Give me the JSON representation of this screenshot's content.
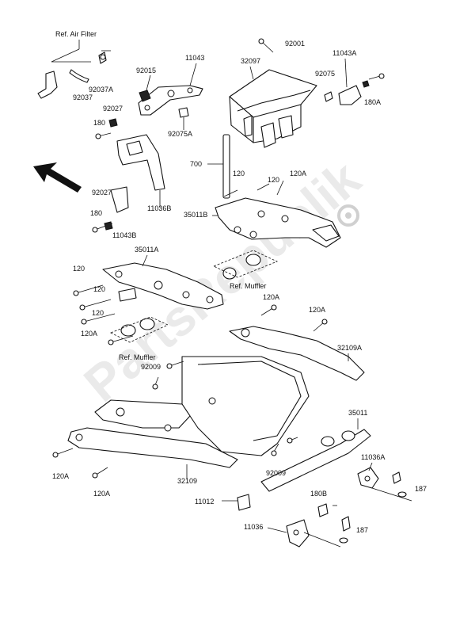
{
  "watermark": "PartsRepublik",
  "labels": {
    "ref_air_filter": "Ref. Air Filter",
    "p92037a": "92037A",
    "p92037": "92037",
    "p92015": "92015",
    "p11043": "11043",
    "p32097": "32097",
    "p92001": "92001",
    "p11043a": "11043A",
    "p92075": "92075",
    "p180a_top": "180A",
    "p92075a": "92075A",
    "p92027_top": "92027",
    "p180_top": "180",
    "p700": "700",
    "p120_a": "120",
    "p120_b": "120",
    "p120a_top": "120A",
    "p92027_mid": "92027",
    "p11036b": "11036B",
    "p35011b": "35011B",
    "p180_mid": "180",
    "p11043b": "11043B",
    "p35011a": "35011A",
    "p120_c": "120",
    "p120_d": "120",
    "p120_e": "120",
    "ref_muffler_1": "Ref. Muffler",
    "p120a_mid1": "120A",
    "p120a_mid2": "120A",
    "p120a_left": "120A",
    "ref_muffler_2": "Ref. Muffler",
    "p92009_a": "92009",
    "p32109a": "32109A",
    "p35011": "35011",
    "p11036a": "11036A",
    "p92009_b": "92009",
    "p187_a": "187",
    "p120a_bl": "120A",
    "p32109": "32109",
    "p120a_b2": "120A",
    "p180b": "180B",
    "p11012": "11012",
    "p11036": "11036",
    "p187_b": "187"
  }
}
